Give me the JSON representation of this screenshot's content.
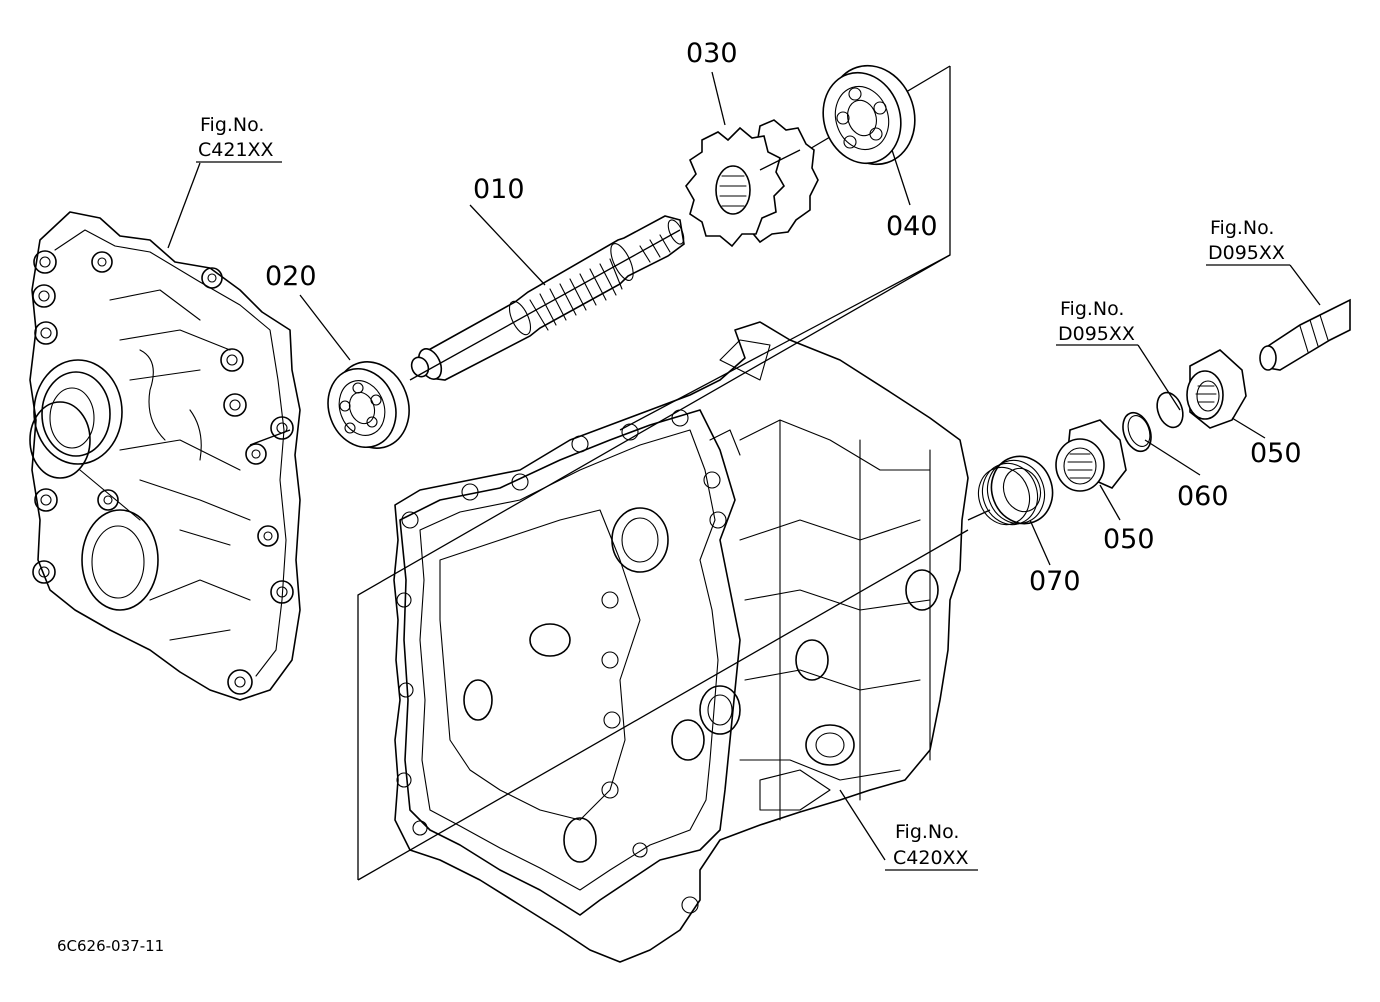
{
  "parts": {
    "p010": "010",
    "p020": "020",
    "p030": "030",
    "p040": "040",
    "p050a": "050",
    "p050b": "050",
    "p060": "060",
    "p070": "070"
  },
  "fig_refs": {
    "c421": {
      "title": "Fig.No.",
      "code": "C421XX"
    },
    "d095a": {
      "title": "Fig.No.",
      "code": "D095XX"
    },
    "d095b": {
      "title": "Fig.No.",
      "code": "D095XX"
    },
    "c420": {
      "title": "Fig.No.",
      "code": "C420XX"
    }
  },
  "drawing_code": "6C626-037-11",
  "icons": [
    "rear-cover-drawing",
    "transmission-case-drawing",
    "shaft-drawing",
    "gear-drawing",
    "bearing-drawing",
    "spring-drawing",
    "circlip-drawing",
    "coupling-drawing"
  ]
}
